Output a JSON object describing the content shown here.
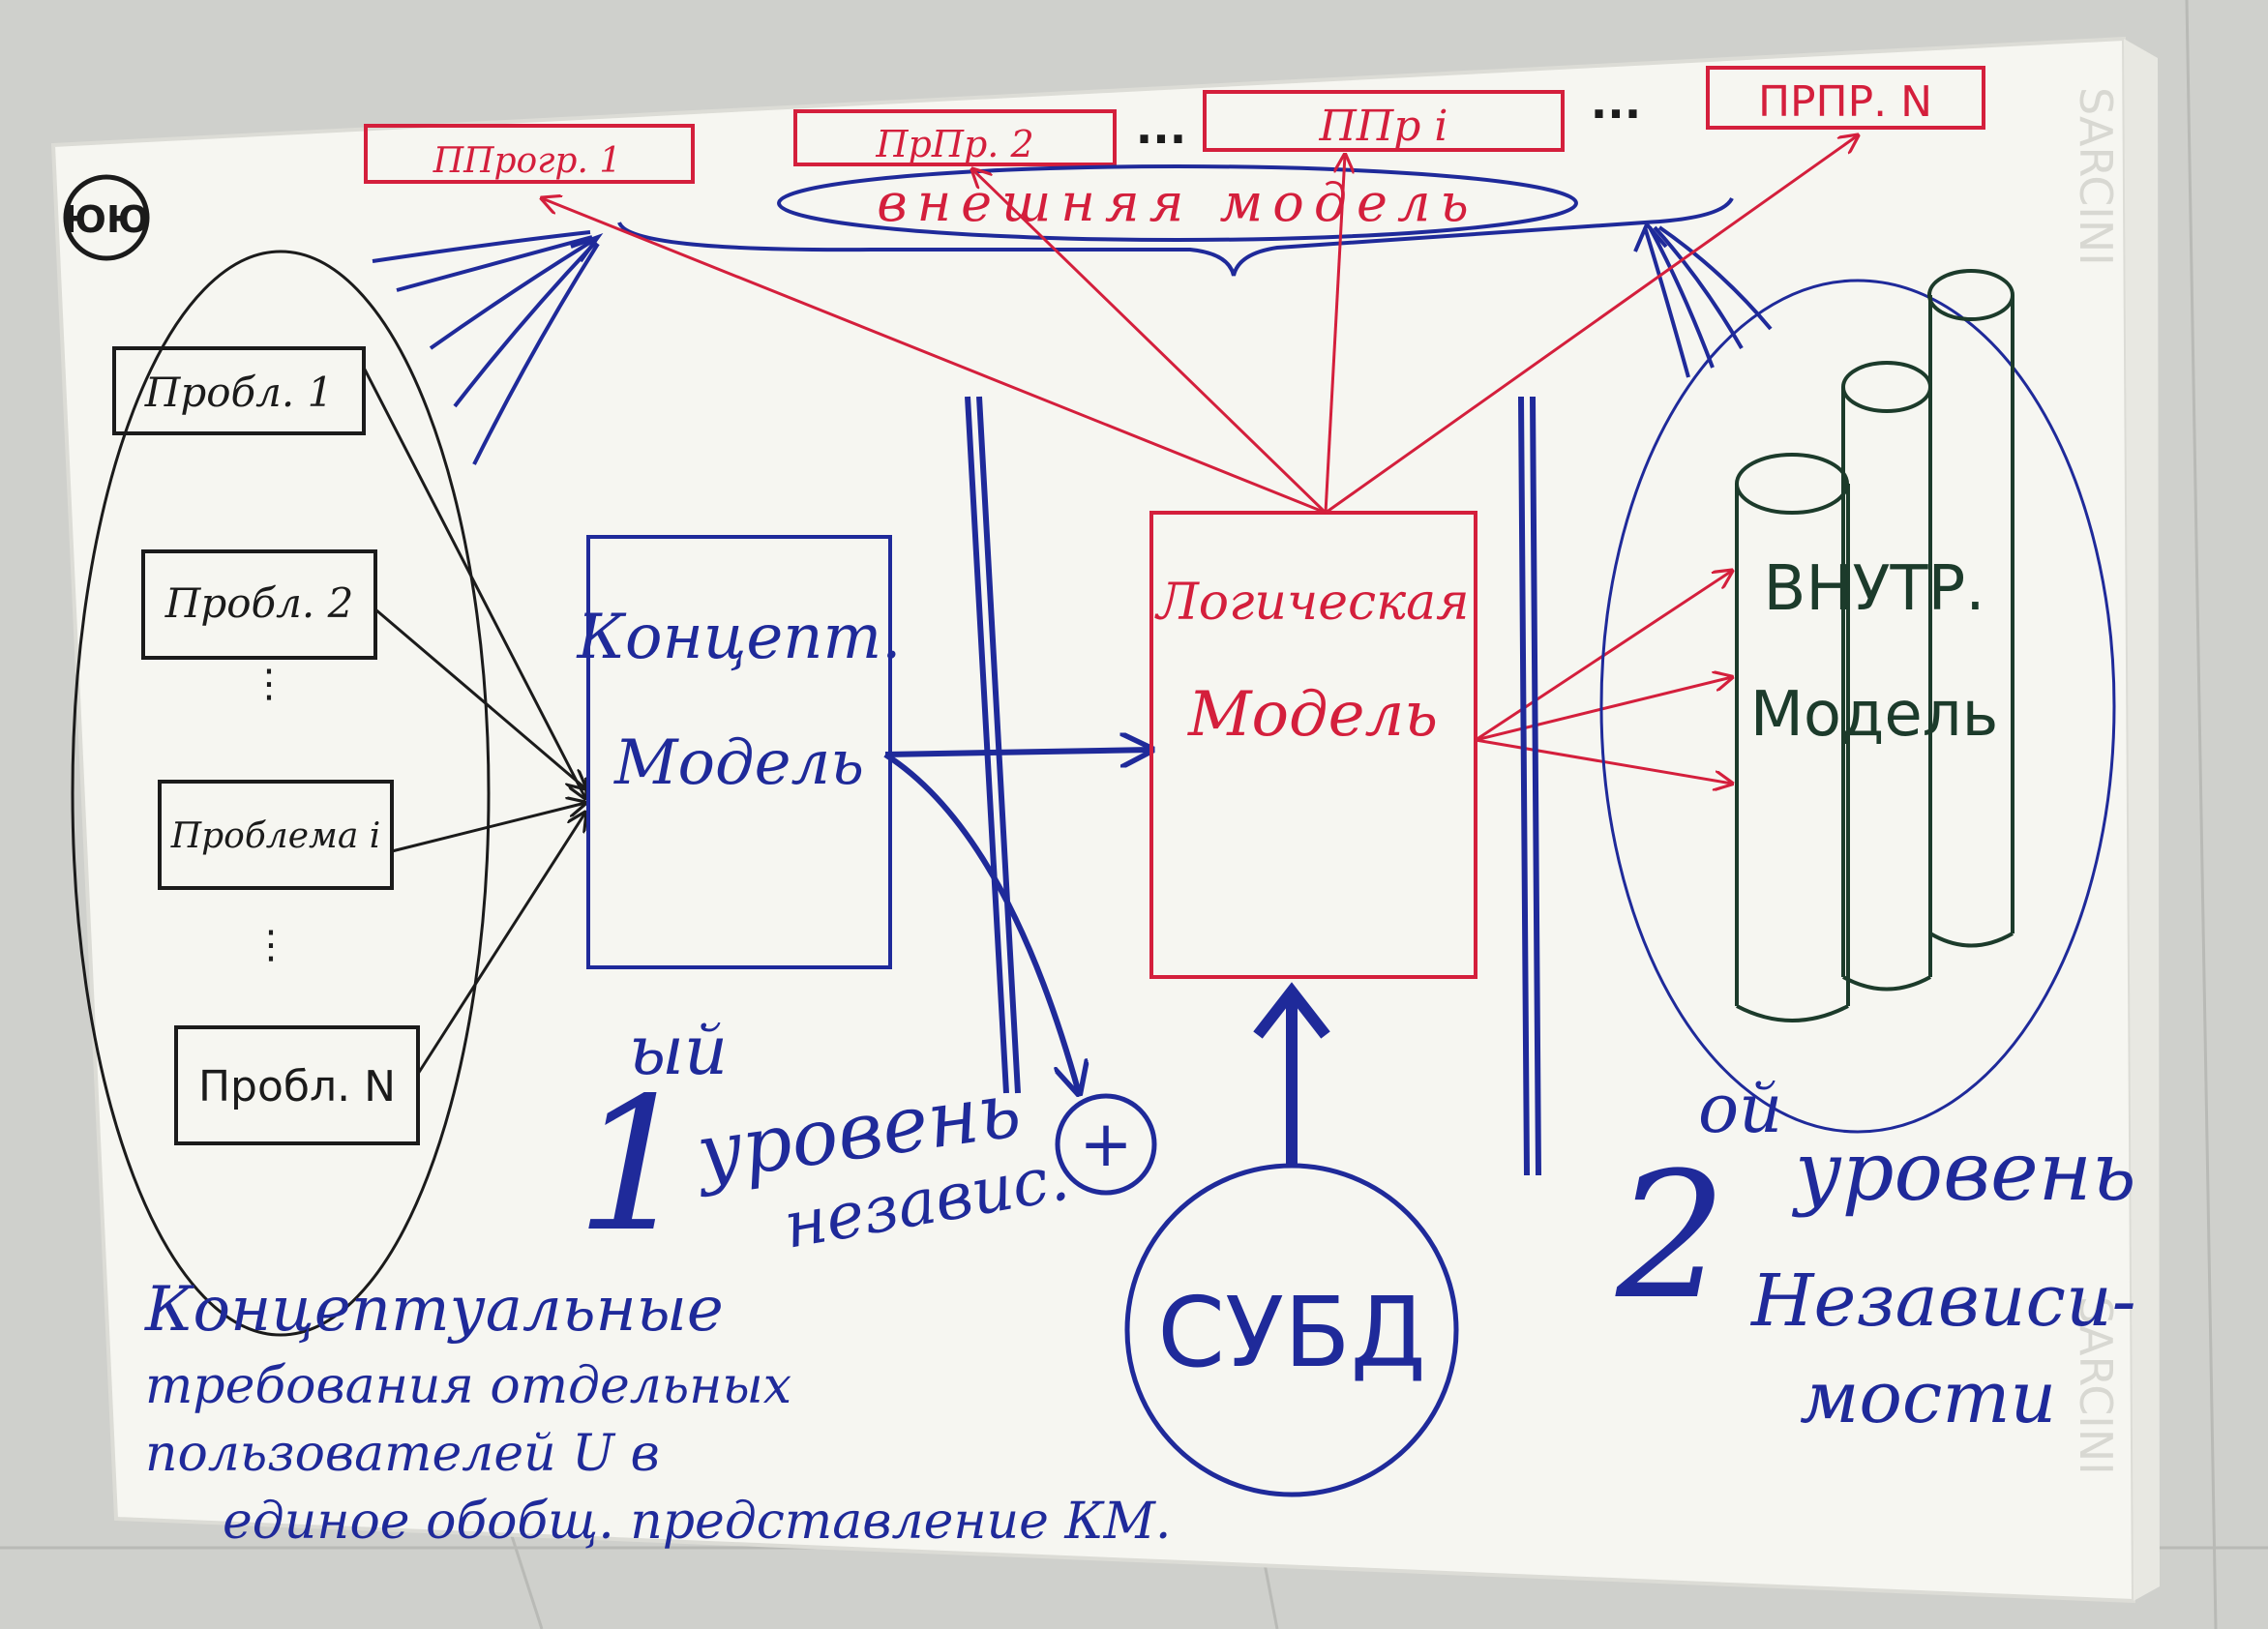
{
  "logo": "ЮЮ",
  "external_views": [
    "ППрогр. 1",
    "ПрПр. 2",
    "ППр i",
    "ПРПР. N"
  ],
  "separators": [
    "...",
    "..."
  ],
  "external_model_label": "внешняя модель",
  "problems": [
    "Пробл. 1",
    "Пробл. 2",
    "Проблема i",
    "Пробл. N"
  ],
  "conceptual_model": [
    "Концепт.",
    "Модель"
  ],
  "logical_model": [
    "Логическая",
    "Модель"
  ],
  "internal_model": [
    "ВНУТР.",
    "Модель"
  ],
  "level1": {
    "number": "1",
    "suffix": "ый",
    "lines": [
      "уровень",
      "независ."
    ]
  },
  "plus_symbol": "+",
  "dbms_label": "СУБД",
  "level2": {
    "number": "2",
    "suffix": "ой",
    "lines": [
      "уровень",
      "Независи-",
      "мости"
    ]
  },
  "bottom_note": [
    "Концептуальные",
    "требования отдельных",
    "пользователей U в",
    "единое обобщ. представление КМ."
  ],
  "watermark": "SARCINI",
  "colors": {
    "red": "#d41f3c",
    "blue": "#1f2a9a",
    "green": "#1c3b2b",
    "paper": "#f6f6f1"
  }
}
